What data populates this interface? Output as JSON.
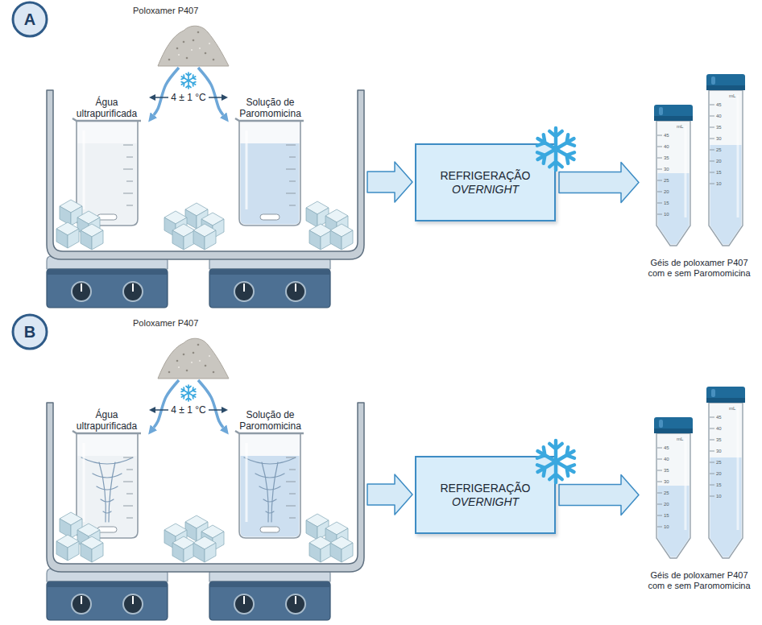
{
  "diagram": {
    "nodes": [
      {
        "text": [
          "A"
        ]
      },
      {
        "text": [
          "Poloxamer P407"
        ]
      },
      {
        "text": [
          "Água ultrapurificada"
        ]
      },
      {
        "text": [
          "Solução de Paromomicina"
        ]
      },
      {
        "text": [
          "REFRIGERAÇÃO",
          "OVERNIGHT"
        ]
      },
      {
        "text": [
          "Géis de poloxamer P407 com e sem Paromomicina"
        ]
      },
      {
        "text": [
          "B"
        ]
      },
      {
        "text": [
          "Poloxamer P407"
        ]
      },
      {
        "text": [
          "Água ultrapurificada"
        ]
      },
      {
        "text": [
          "Solução de Paromomicina"
        ]
      },
      {
        "text": [
          "REFRIGERAÇÃO",
          "OVERNIGHT"
        ]
      },
      {
        "text": [
          "Géis de poloxamer P407 com e sem Paromomicina"
        ]
      }
    ],
    "edges": [
      {
        "from": 1,
        "to": 2,
        "arrow": "to"
      },
      {
        "from": 1,
        "to": 3,
        "arrow": "to"
      },
      {
        "from": 2,
        "to": 3,
        "label": "4 ± 1 °C",
        "arrow": "both"
      },
      {
        "from": 4,
        "to": 5,
        "arrow": "to"
      },
      {
        "from": 7,
        "to": 8,
        "arrow": "to"
      },
      {
        "from": 7,
        "to": 9,
        "arrow": "to"
      },
      {
        "from": 8,
        "to": 9,
        "label": "4 ± 1 °C",
        "arrow": "both"
      },
      {
        "from": 10,
        "to": 11,
        "arrow": "to"
      }
    ],
    "labels": [
      "mL",
      "45",
      "40",
      "35",
      "30",
      "25",
      "20",
      "15",
      "10",
      "mL",
      "45",
      "40",
      "35",
      "30",
      "25",
      "20",
      "15",
      "10",
      "mL",
      "45",
      "40",
      "35",
      "30",
      "25",
      "20",
      "15",
      "10",
      "mL",
      "45",
      "40",
      "35",
      "30",
      "25",
      "20",
      "15",
      "10"
    ]
  }
}
